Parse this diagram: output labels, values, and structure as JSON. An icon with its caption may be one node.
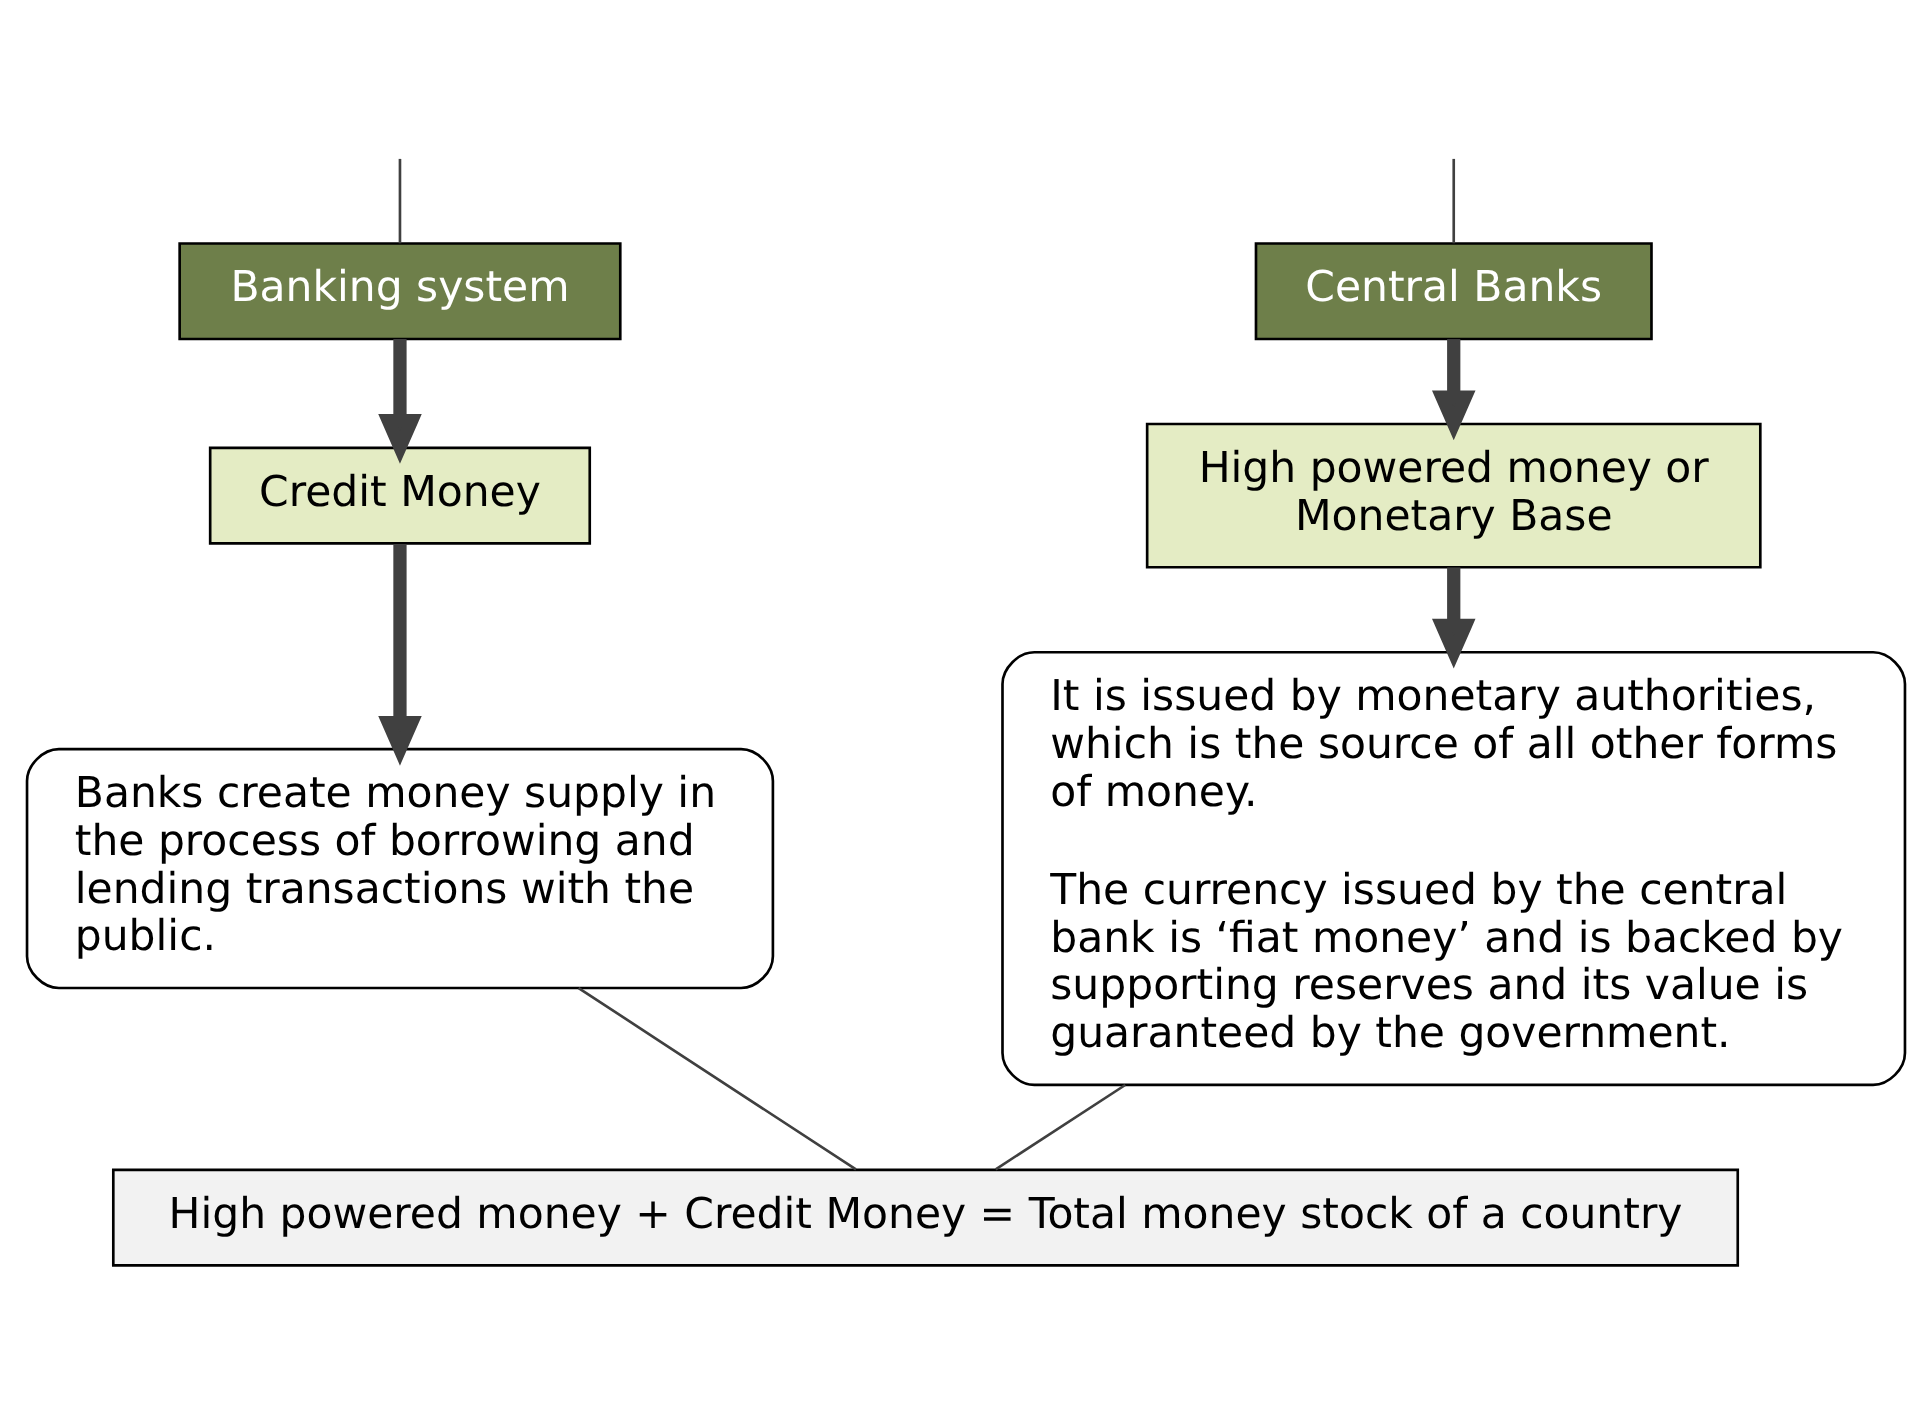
{
  "diagram": {
    "nodes": [
      {
        "text": [
          "Central Banks"
        ]
      },
      {
        "text": [
          "Banking system"
        ]
      },
      {
        "text": [
          "High powered money or Monetary Base"
        ]
      },
      {
        "text": [
          "Credit Money"
        ]
      },
      {
        "text": [
          "It is issued by monetary authorities, which is the source of all other forms of money.",
          "The currency issued by the central bank is ‘fiat money’ and is backed by supporting reserves and its value is guaranteed by the government."
        ]
      },
      {
        "text": [
          "Banks create money supply in the process of borrowing and lending transactions with the public."
        ]
      },
      {
        "text": [
          "High powered money + Credit Money = Total money stock of a country"
        ]
      }
    ],
    "edges": [
      {
        "from": null,
        "to": 0,
        "arrow": "none"
      },
      {
        "from": null,
        "to": 1,
        "arrow": "none"
      },
      {
        "from": 0,
        "to": 2,
        "arrow": "to",
        "style": "thick"
      },
      {
        "from": 1,
        "to": 3,
        "arrow": "to",
        "style": "thick"
      },
      {
        "from": 2,
        "to": 4,
        "arrow": "to",
        "style": "thick"
      },
      {
        "from": 3,
        "to": 5,
        "arrow": "to",
        "style": "thick"
      },
      {
        "from": 4,
        "to": 6,
        "arrow": "none"
      },
      {
        "from": 5,
        "to": 6,
        "arrow": "none"
      }
    ]
  }
}
